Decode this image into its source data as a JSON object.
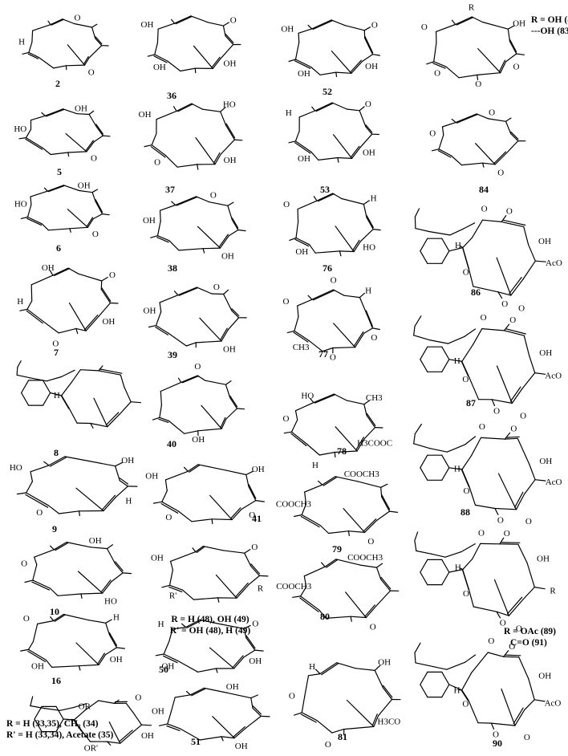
{
  "compounds": [
    {
      "id": "c2",
      "number": "2",
      "labels": [
        "O",
        "H",
        "O"
      ]
    },
    {
      "id": "c36",
      "number": "36",
      "labels": [
        "OH",
        "OH",
        "OH",
        "O"
      ]
    },
    {
      "id": "c52",
      "number": "52",
      "labels": [
        "OH",
        "OH",
        "OH",
        "O"
      ]
    },
    {
      "id": "c82",
      "number": "",
      "labels": [
        "O",
        "O",
        "O",
        "O",
        "R",
        "OH"
      ]
    },
    {
      "id": "c5",
      "number": "5",
      "labels": [
        "O",
        "HO",
        "OH"
      ]
    },
    {
      "id": "c37",
      "number": "37",
      "labels": [
        "OH",
        "O",
        "OH",
        "HO"
      ]
    },
    {
      "id": "c53",
      "number": "53",
      "labels": [
        "OH",
        "OH",
        "H",
        "O"
      ]
    },
    {
      "id": "c84",
      "number": "84",
      "labels": [
        "O",
        "O",
        "O"
      ]
    },
    {
      "id": "c6",
      "number": "6",
      "labels": [
        "O",
        "HO",
        "OH"
      ]
    },
    {
      "id": "c38",
      "number": "38",
      "labels": [
        "OH",
        "OH",
        "O"
      ]
    },
    {
      "id": "c76",
      "number": "76",
      "labels": [
        "HO",
        "OH",
        "O",
        "H"
      ]
    },
    {
      "id": "c86",
      "number": "86",
      "labels": [
        "AcO",
        "O",
        "O",
        "O",
        "H",
        "O",
        "O",
        "OH"
      ]
    },
    {
      "id": "c7",
      "number": "7",
      "labels": [
        "OH",
        "O",
        "H",
        "OH",
        "O"
      ]
    },
    {
      "id": "c39",
      "number": "39",
      "labels": [
        "OH",
        "OH",
        "O"
      ]
    },
    {
      "id": "c77",
      "number": "77",
      "labels": [
        "O",
        "O",
        "CH3",
        "O",
        "O",
        "H"
      ]
    },
    {
      "id": "c87",
      "number": "87",
      "labels": [
        "AcO",
        "O",
        "O",
        "O",
        "H",
        "O",
        "O",
        "OH"
      ]
    },
    {
      "id": "c8",
      "number": "8",
      "labels": [
        "H"
      ]
    },
    {
      "id": "c40",
      "number": "40",
      "labels": [
        "OH",
        "O"
      ]
    },
    {
      "id": "c78",
      "number": "78",
      "labels": [
        "H3COOC",
        "H",
        "O",
        "HO",
        "CH3"
      ]
    },
    {
      "id": "c9",
      "number": "9",
      "labels": [
        "H",
        "O",
        "HO",
        "OH"
      ]
    },
    {
      "id": "c41",
      "number": "41",
      "labels": [
        "O",
        "O",
        "OH",
        "OH"
      ]
    },
    {
      "id": "c79",
      "number": "79",
      "labels": [
        "O",
        "COOCH3",
        "COOCH3"
      ]
    },
    {
      "id": "c88",
      "number": "88",
      "labels": [
        "AcO",
        "O",
        "O",
        "O",
        "H",
        "O",
        "O",
        "OH"
      ]
    },
    {
      "id": "c10",
      "number": "10",
      "labels": [
        "HO",
        "O",
        "OH"
      ]
    },
    {
      "id": "c48",
      "number": "",
      "labels": [
        "R",
        "R'",
        "OH",
        "O"
      ]
    },
    {
      "id": "c80",
      "number": "80",
      "labels": [
        "O",
        "COOCH3",
        "COOCH3"
      ]
    },
    {
      "id": "c89",
      "number": "",
      "labels": [
        "R",
        "O",
        "O",
        "O",
        "H",
        "O",
        "O",
        "OH"
      ]
    },
    {
      "id": "c16",
      "number": "16",
      "labels": [
        "OH",
        "OH",
        "O",
        "H"
      ]
    },
    {
      "id": "c50",
      "number": "50",
      "labels": [
        "OH",
        "OH",
        "H",
        "O"
      ]
    },
    {
      "id": "c33",
      "number": "",
      "labels": [
        "OH",
        "OR'",
        "OR",
        "O"
      ]
    },
    {
      "id": "c51",
      "number": "51",
      "labels": [
        "OH",
        "OH",
        "OH"
      ]
    },
    {
      "id": "c81",
      "number": "81",
      "labels": [
        "H3CO",
        "O",
        "O",
        "H",
        "OH"
      ]
    },
    {
      "id": "c90",
      "number": "90",
      "labels": [
        "AcO",
        "O",
        "O",
        "O",
        "H",
        "O",
        "O",
        "OH"
      ]
    }
  ],
  "notes": {
    "n82": "R = OH (82)",
    "n83": "---OH (83)",
    "n48a": "R = H (48), OH (49)",
    "n48b": "R' = OH (48), H (49)",
    "n89a": "R = OAc (89)",
    "n89b": "C=O (91)",
    "n33a": "R = H (33,35), CH₃ (34)",
    "n33b": "R' = H (33,34), Acetate (35)"
  }
}
